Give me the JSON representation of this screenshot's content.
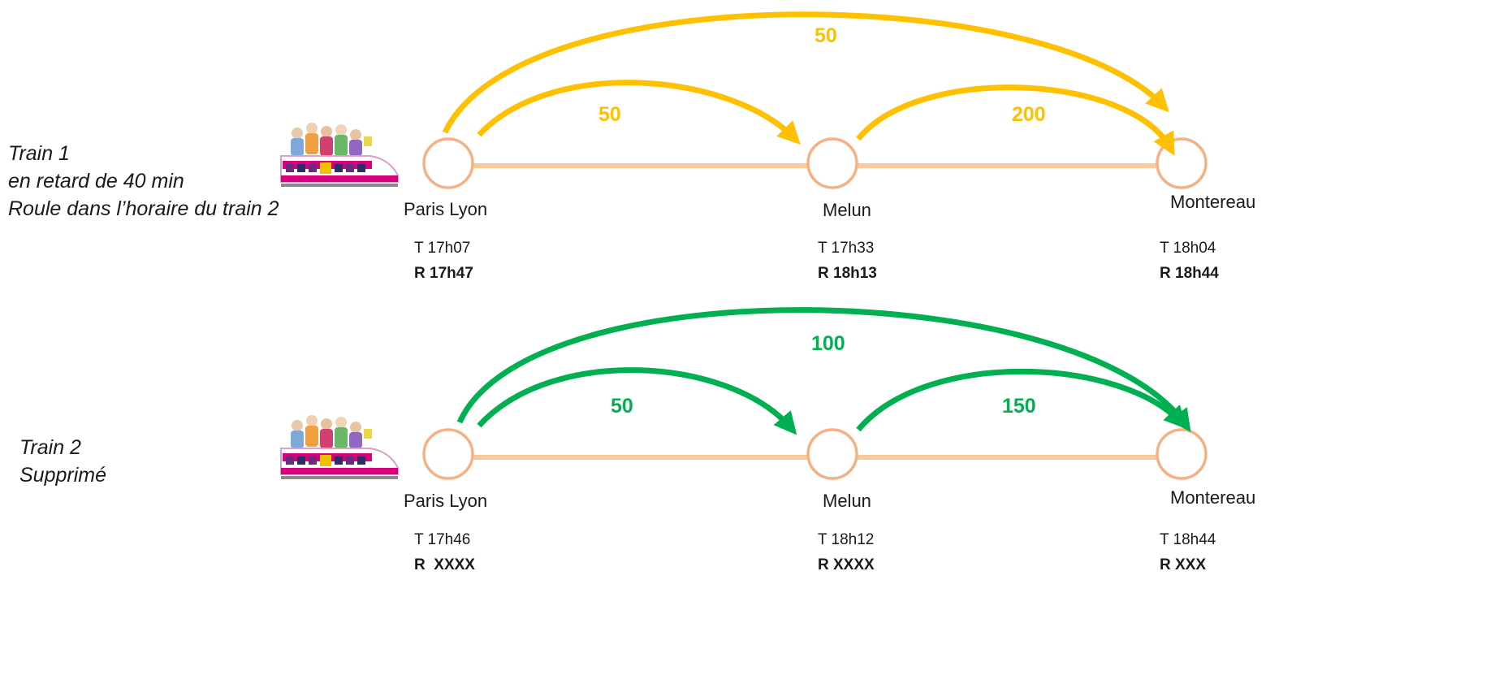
{
  "colors": {
    "train1_arrows": "#ffc000",
    "train2_arrows": "#00b050",
    "track": "#f8c99b",
    "station_stroke": "#f4b183"
  },
  "train1": {
    "description": [
      "Train 1",
      "en retard de 40 min",
      "Roule dans l’horaire du train 2"
    ],
    "icon": "train-with-passengers-icon",
    "stations": [
      {
        "name": "Paris Lyon",
        "t": "T 17h07",
        "r": "R 17h47"
      },
      {
        "name": "Melun",
        "t": "T 17h33",
        "r": "R 18h13"
      },
      {
        "name": "Montereau",
        "t": "T 18h04",
        "r": "R 18h44"
      }
    ],
    "flows": [
      {
        "from": "Paris Lyon",
        "to": "Montereau",
        "value": "50"
      },
      {
        "from": "Paris Lyon",
        "to": "Melun",
        "value": "50"
      },
      {
        "from": "Melun",
        "to": "Montereau",
        "value": "200"
      }
    ]
  },
  "train2": {
    "description": [
      "Train 2",
      "Supprimé"
    ],
    "icon": "train-with-passengers-icon",
    "stations": [
      {
        "name": "Paris Lyon",
        "t": "T 17h46",
        "r": "R  XXXX"
      },
      {
        "name": "Melun",
        "t": "T 18h12",
        "r": "R XXXX"
      },
      {
        "name": "Montereau",
        "t": "T 18h44",
        "r": "R XXX"
      }
    ],
    "flows": [
      {
        "from": "Paris Lyon",
        "to": "Montereau",
        "value": "100"
      },
      {
        "from": "Paris Lyon",
        "to": "Melun",
        "value": "50"
      },
      {
        "from": "Melun",
        "to": "Montereau",
        "value": "150"
      }
    ]
  }
}
